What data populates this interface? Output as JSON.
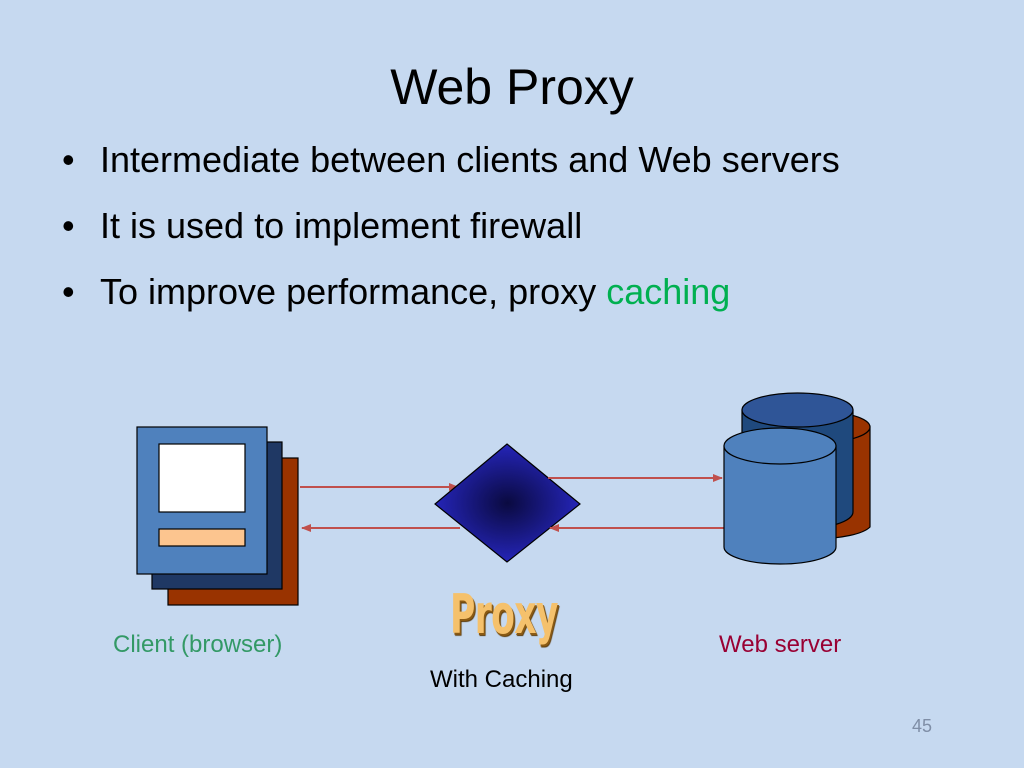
{
  "slide": {
    "title": "Web Proxy",
    "page_number": "45"
  },
  "bullets": [
    {
      "text": "Intermediate between clients and Web servers"
    },
    {
      "text": "It is used to implement firewall"
    },
    {
      "text": "To improve performance, proxy ",
      "highlight": "caching"
    }
  ],
  "diagram": {
    "client_label": "Client (browser)",
    "proxy_label": "Proxy",
    "proxy_sublabel": "With Caching",
    "server_label": "Web server",
    "colors": {
      "client_label": "#339966",
      "server_label": "#990033",
      "highlight": "#00b050",
      "arrow": "#c0504d",
      "client_front": "#4f81bd",
      "client_middle": "#1f3864",
      "client_back": "#993300",
      "server_blue": "#4f81bd",
      "server_dark": "#1f497d",
      "server_back": "#993300",
      "proxy_diamond": "#1a1a99"
    },
    "icons": [
      "client-computer-icon",
      "proxy-diamond-icon",
      "database-server-icon"
    ]
  }
}
